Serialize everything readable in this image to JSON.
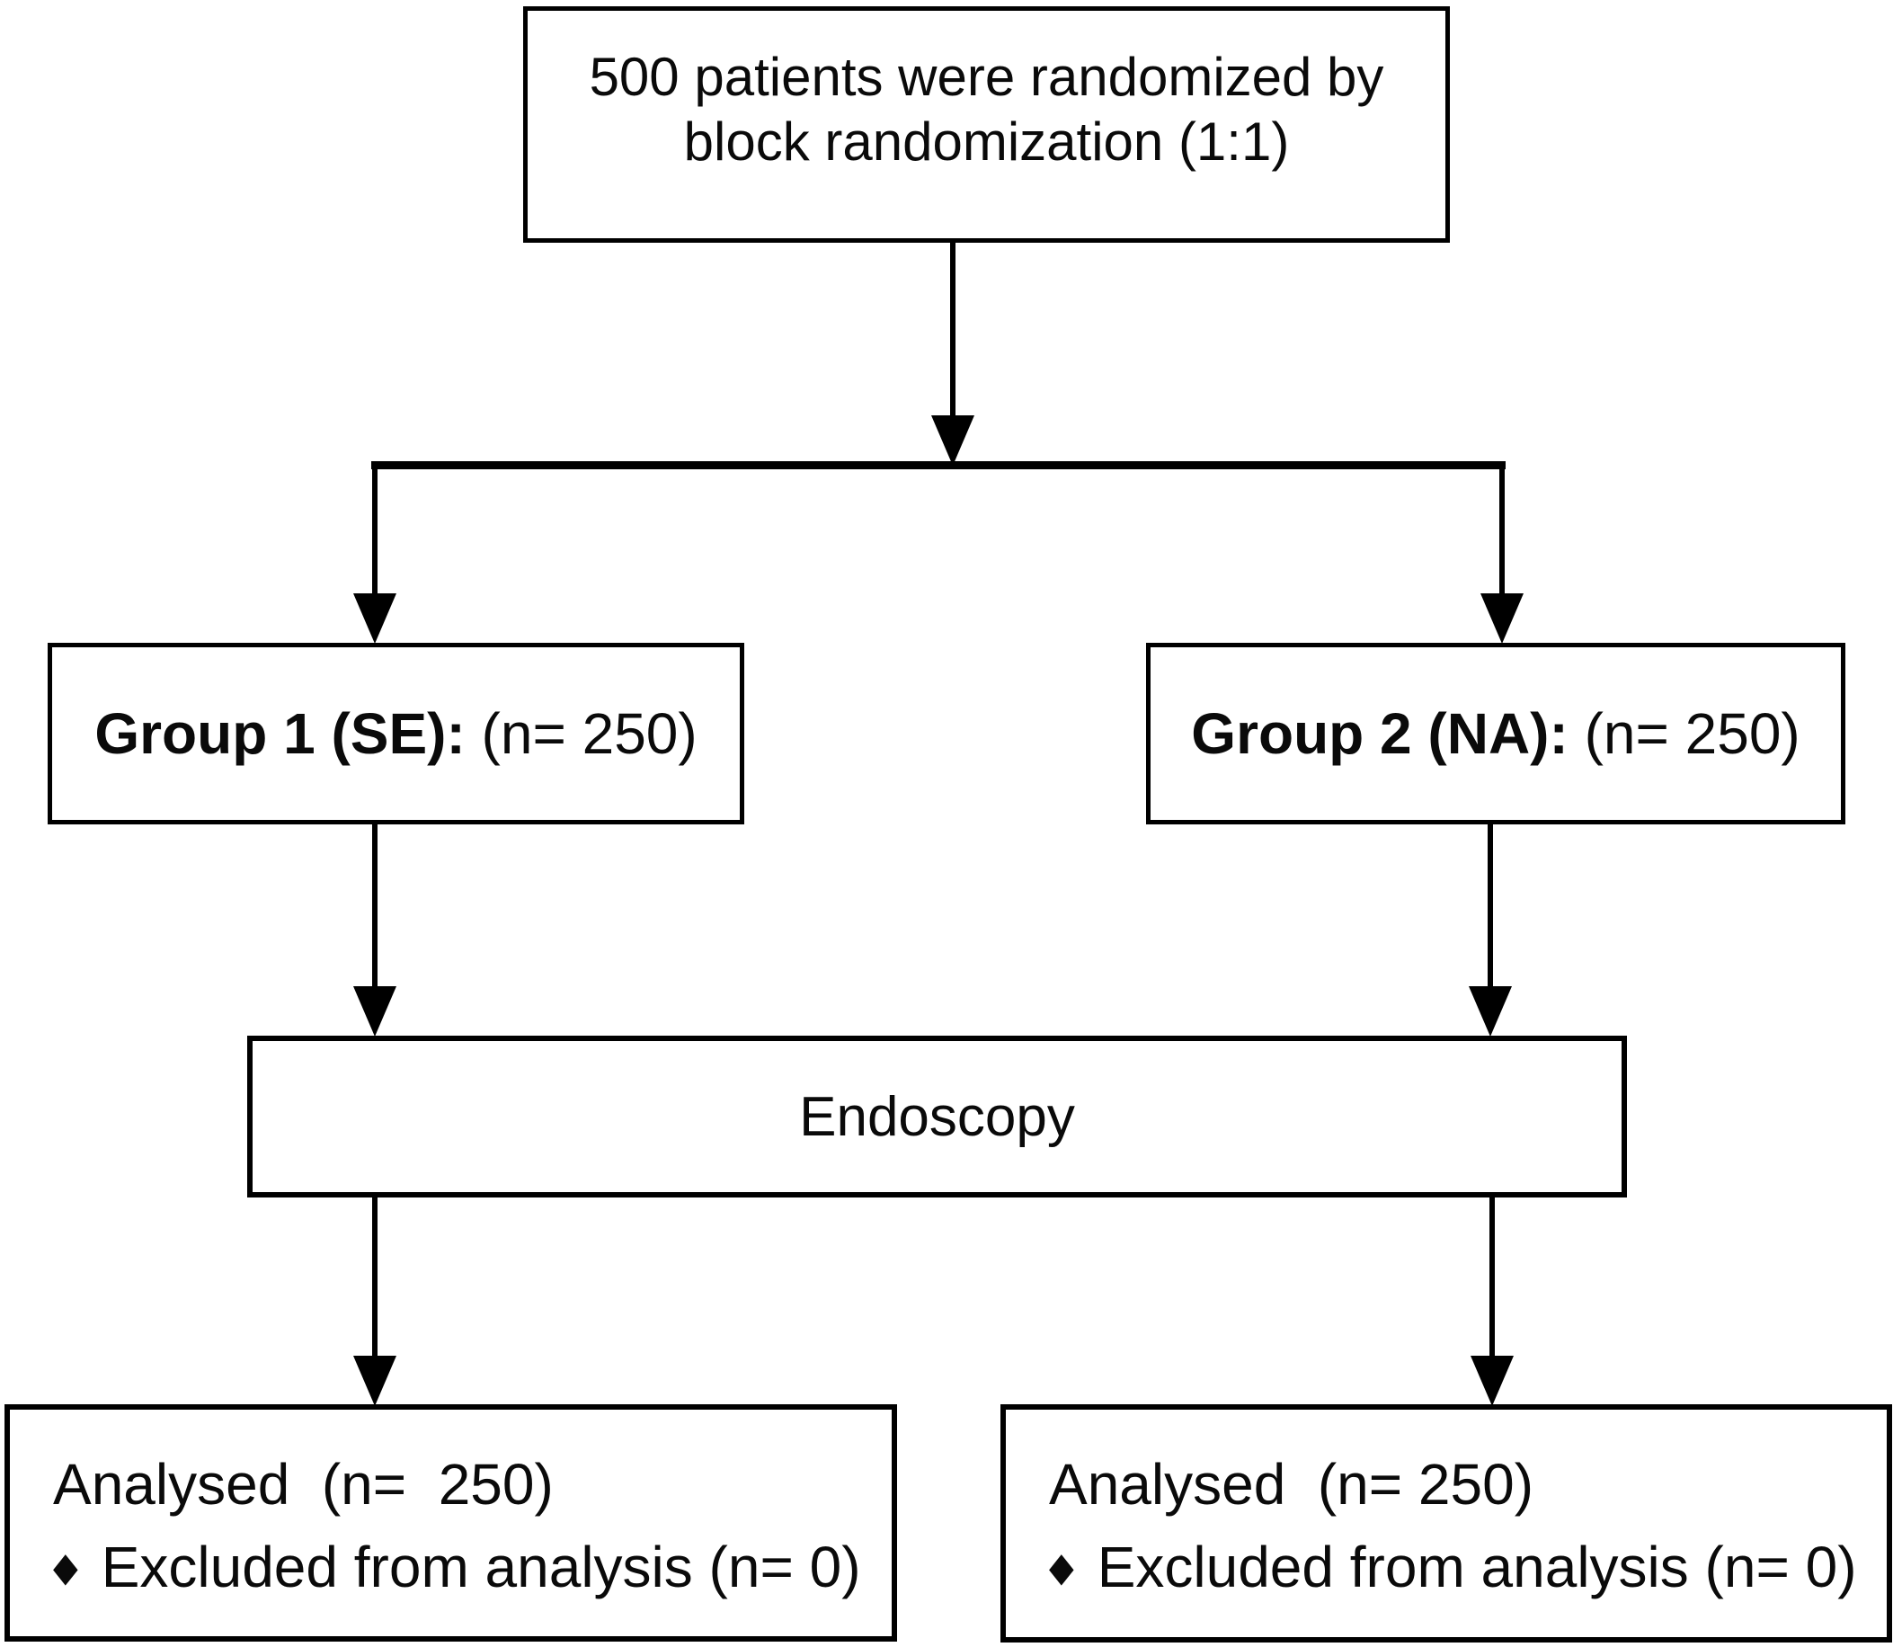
{
  "diagram": {
    "boxes": {
      "randomized": {
        "line1": "500 patients were randomized by",
        "line2": "block randomization (1:1)"
      },
      "group1": {
        "label_bold": "Group 1 (SE):",
        "label_rest": " (n= 250)"
      },
      "group2": {
        "label_bold": "Group 2 (NA):",
        "label_rest": " (n= 250)"
      },
      "endoscopy": {
        "label": "Endoscopy"
      },
      "analysed_left": {
        "line1": "Analysed  (n=  250)",
        "bullet_glyph": "◆",
        "line2": "Excluded from analysis (n= 0)"
      },
      "analysed_right": {
        "line1": "Analysed  (n= 250)",
        "bullet_glyph": "◆",
        "line2": "Excluded from analysis (n= 0)"
      }
    },
    "colors": {
      "line": "#000000",
      "box_background": "#ffffff",
      "text": "#0a0a0a",
      "page_background": "#ffffff"
    }
  }
}
